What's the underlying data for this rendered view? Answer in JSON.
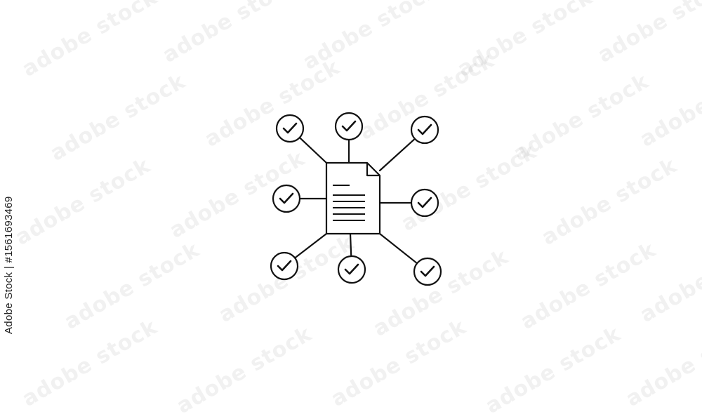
{
  "watermark": {
    "text": "adobe stock"
  },
  "side_caption": {
    "text": "Adobe Stock | #1561693469"
  },
  "illustration": {
    "center_icon": "document-icon",
    "node_icon": "check-circle-icon",
    "node_count": 8,
    "stroke_color": "#111111",
    "background_color": "#ffffff"
  }
}
